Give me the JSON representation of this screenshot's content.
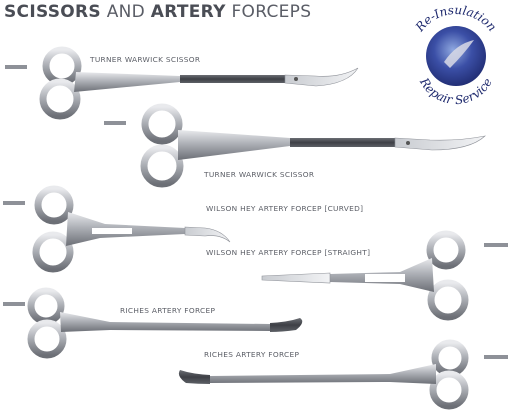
{
  "title": {
    "w1": "SCISSORS",
    "w2": "AND",
    "w3": "ARTERY",
    "w4": "FORCEPS"
  },
  "labels": {
    "scissor1": "TURNER WARWICK SCISSOR",
    "scissor2": "TURNER WARWICK SCISSOR",
    "forcep_curved": "WILSON HEY ARTERY FORCEP [CURVED]",
    "forcep_straight": "WILSON HEY ARTERY FORCEP [STRAIGHT]",
    "riches1": "RICHES ARTERY FORCEP",
    "riches2": "RICHES ARTERY FORCEP"
  },
  "badge": {
    "line1": "Re-Insulation",
    "line2": "Repair Service"
  },
  "colors": {
    "steel": "#b9bcc2",
    "steel_dark": "#6c6f76",
    "badge_blue": "#2f3e8c"
  }
}
